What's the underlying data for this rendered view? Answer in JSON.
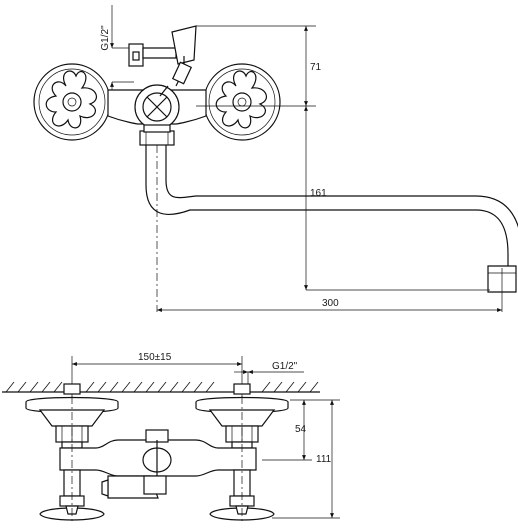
{
  "top_view": {
    "thread_label": "G1/2\"",
    "dim_vertical_upper": "71",
    "dim_vertical_lower": "161",
    "dim_horizontal": "300"
  },
  "front_view": {
    "dim_center_distance": "150±15",
    "thread_label": "G1/2\"",
    "dim_vertical_upper": "54",
    "dim_vertical_lower": "111"
  }
}
